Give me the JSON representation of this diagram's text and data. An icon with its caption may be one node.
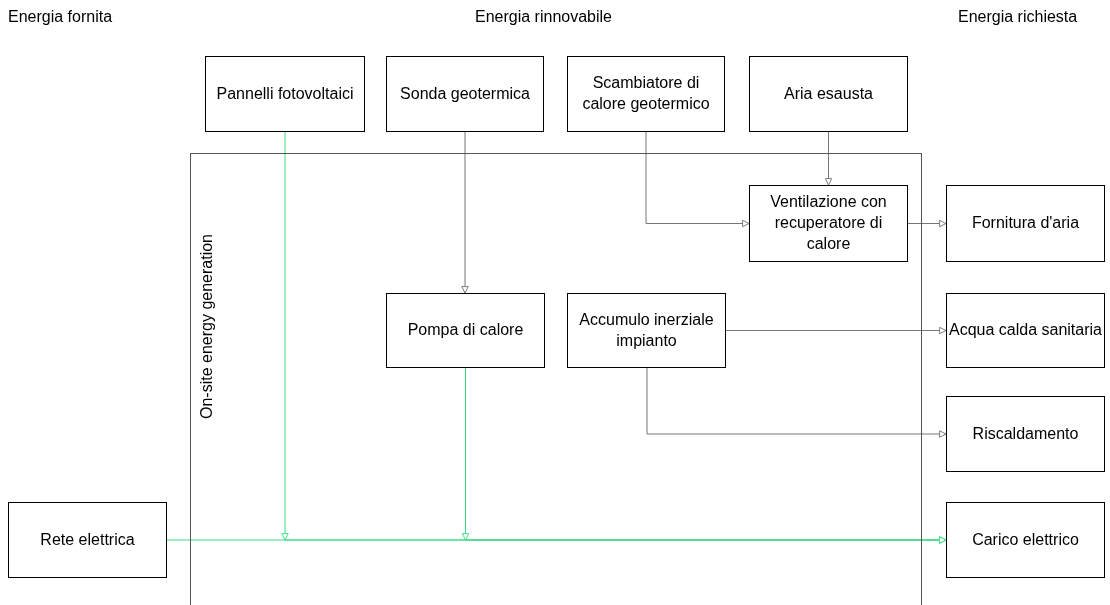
{
  "diagram": {
    "nodes": [
      {
        "text": [
          "Pannelli fotovoltaici"
        ]
      },
      {
        "text": [
          "Sonda geotermica"
        ]
      },
      {
        "text": [
          "Scambiatore di calore geotermico"
        ]
      },
      {
        "text": [
          "Aria esausta"
        ]
      },
      {
        "text": [
          "On-site energy generation"
        ]
      },
      {
        "text": [
          "Ventilazione con recuperatore di calore"
        ],
        "in": 4
      },
      {
        "text": [
          "Pompa di calore"
        ],
        "in": 4
      },
      {
        "text": [
          "Accumulo inerziale impianto"
        ],
        "in": 4
      },
      {
        "text": [
          "Rete elettrica"
        ]
      },
      {
        "text": [
          "Fornitura d'aria"
        ]
      },
      {
        "text": [
          "Acqua calda sanitaria"
        ]
      },
      {
        "text": [
          "Riscaldamento"
        ]
      },
      {
        "text": [
          "Carico elettrico"
        ]
      }
    ],
    "edges": [
      {
        "from": 0,
        "to": 12,
        "arrow": "to",
        "color": "#3ddc84"
      },
      {
        "from": 1,
        "to": 6,
        "arrow": "to"
      },
      {
        "from": 2,
        "to": 5,
        "arrow": "to"
      },
      {
        "from": 3,
        "to": 5,
        "arrow": "to"
      },
      {
        "from": 5,
        "to": 9,
        "arrow": "to"
      },
      {
        "from": 7,
        "to": 10,
        "arrow": "to"
      },
      {
        "from": 7,
        "to": 11,
        "arrow": "to"
      },
      {
        "from": 6,
        "to": 12,
        "arrow": "to",
        "color": "#3ddc84"
      },
      {
        "from": 8,
        "to": 12,
        "arrow": "to",
        "color": "#3ddc84"
      }
    ],
    "labels": [
      "Energia fornita",
      "Energia rinnovabile",
      "Energia richiesta"
    ]
  }
}
